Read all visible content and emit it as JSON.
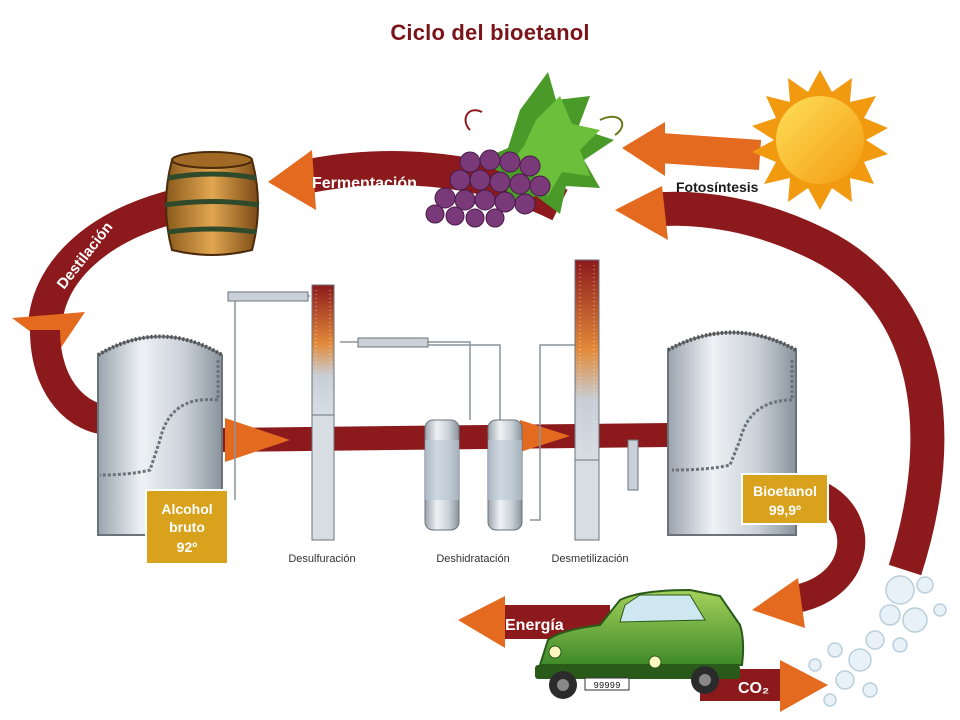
{
  "title": "Ciclo del bioetanol",
  "arrows": {
    "fermentation": "Fermentación",
    "distillation": "Destilación",
    "energy": "Energía",
    "co2": "CO₂"
  },
  "photosynthesis_label": "Fotosíntesis",
  "raw_alcohol": {
    "line1": "Alcohol",
    "line2": "bruto",
    "line3": "92º"
  },
  "bioethanol": {
    "line1": "Bioetanol",
    "line2": "99,9º"
  },
  "stages": {
    "desulfuration": "Desulfuración",
    "dehydration": "Deshidratación",
    "demethylation": "Desmetilización"
  },
  "car_plate": "99999",
  "colors": {
    "arrow_dark": "#8c1a1c",
    "arrow_orange": "#e36a1e",
    "label_box": "#d9a21c",
    "title": "#7a1418",
    "sun": "#f7b812"
  },
  "icons": [
    "sun-icon",
    "grapes-icon",
    "barrel-icon",
    "car-icon",
    "tank-icon",
    "column-icon",
    "bubbles-icon"
  ]
}
